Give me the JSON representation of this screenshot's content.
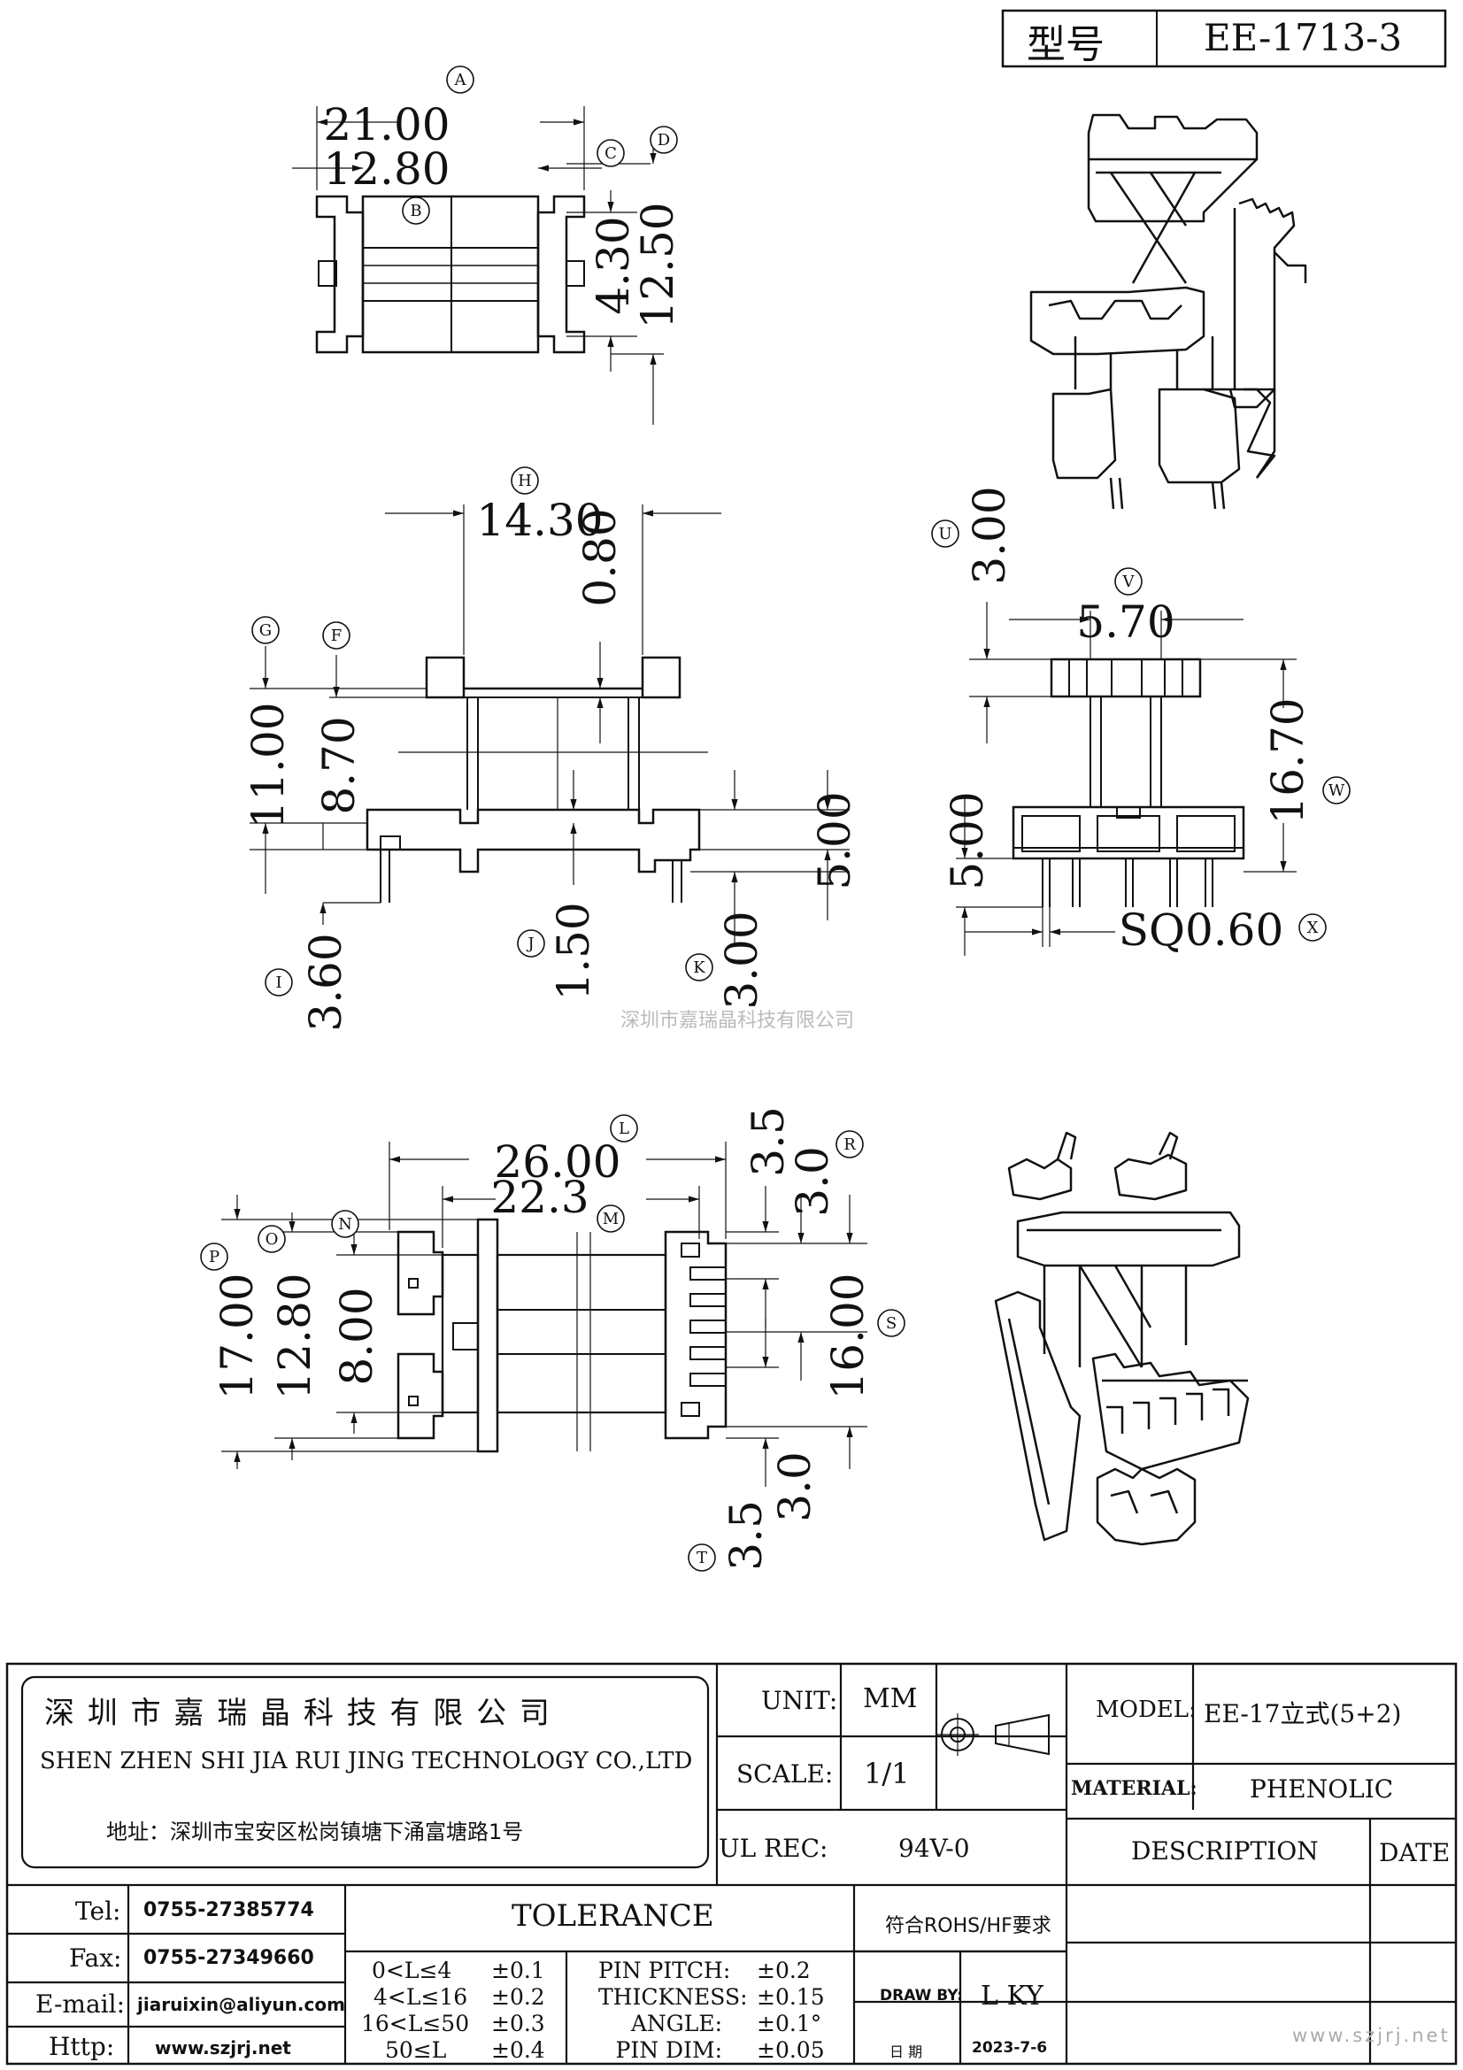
{
  "header": {
    "type_label": "型号",
    "part_no": "EE-1713-3"
  },
  "watermark": "深圳市嘉瑞晶科技有限公司",
  "url_watermark": "www.szjrj.net",
  "views": {
    "top": {
      "dims": {
        "A": "21.00",
        "B": "12.80",
        "C": "4.30",
        "D": "12.50"
      },
      "labels": [
        "A",
        "B",
        "C",
        "D"
      ]
    },
    "front": {
      "dims": {
        "H": "14.30",
        "H2": "0.80",
        "G": "11.00",
        "F": "8.70",
        "I": "3.60",
        "J": "1.50",
        "K": "3.00",
        "K2": "5.00"
      },
      "labels": [
        "H",
        "G",
        "F",
        "I",
        "J",
        "K"
      ]
    },
    "side": {
      "dims": {
        "U": "3.00",
        "V": "5.70",
        "W": "16.70",
        "U2": "5.00",
        "X": "SQ0.60"
      },
      "labels": [
        "U",
        "V",
        "W",
        "X"
      ]
    },
    "bottom": {
      "dims": {
        "L": "26.00",
        "M": "22.3",
        "R": "3.5",
        "R2": "3.0",
        "P": "17.00",
        "O": "12.80",
        "N": "8.00",
        "S": "16.00",
        "T": "3.5",
        "T2": "3.0"
      },
      "labels": [
        "L",
        "M",
        "R",
        "P",
        "O",
        "N",
        "S",
        "T"
      ]
    }
  },
  "title_block": {
    "company_cn": "深 圳 市 嘉 瑞 晶 科 技 有 限 公 司",
    "company_en": "SHEN ZHEN SHI   JIA RUI JING   TECHNOLOGY CO.,LTD",
    "address": "地址：深圳市宝安区松岗镇塘下涌富塘路1号",
    "unit_label": "UNIT:",
    "unit_value": "MM",
    "scale_label": "SCALE:",
    "scale_value": "1/1",
    "ul_label": "UL REC:",
    "ul_value": "94V-0",
    "model_label": "MODEL:",
    "model_value": "EE-17立式(5+2)",
    "material_label": "MATERIAL:",
    "material_value": "PHENOLIC",
    "description_label": "DESCRIPTION",
    "date_label": "DATE",
    "tel_label": "Tel:",
    "tel_value": "0755-27385774",
    "fax_label": "Fax:",
    "fax_value": "0755-27349660",
    "email_label": "E-mail:",
    "email_value": "jiaruixin@aliyun.com",
    "http_label": "Http:",
    "http_value": "www.szjrj.net",
    "tolerance_title": "TOLERANCE",
    "tol_rows": [
      {
        "range": "0<L≤4",
        "tol": "±0.1"
      },
      {
        "range": "4<L≤16",
        "tol": "±0.2"
      },
      {
        "range": "16<L≤50",
        "tol": "±0.3"
      },
      {
        "range": "50≤L",
        "tol": "±0.4"
      }
    ],
    "tol_other": [
      {
        "name": "PIN PITCH:",
        "tol": "±0.2"
      },
      {
        "name": "THICKNESS:",
        "tol": "±0.15"
      },
      {
        "name": "ANGLE:",
        "tol": "±0.1°"
      },
      {
        "name": "PIN DIM:",
        "tol": "±0.05"
      }
    ],
    "rohs": "符合ROHS/HF要求",
    "drawn_label": "DRAW BY:",
    "drawn_value": "L KY",
    "date_cn_label": "日 期",
    "date_value": "2023-7-6"
  }
}
